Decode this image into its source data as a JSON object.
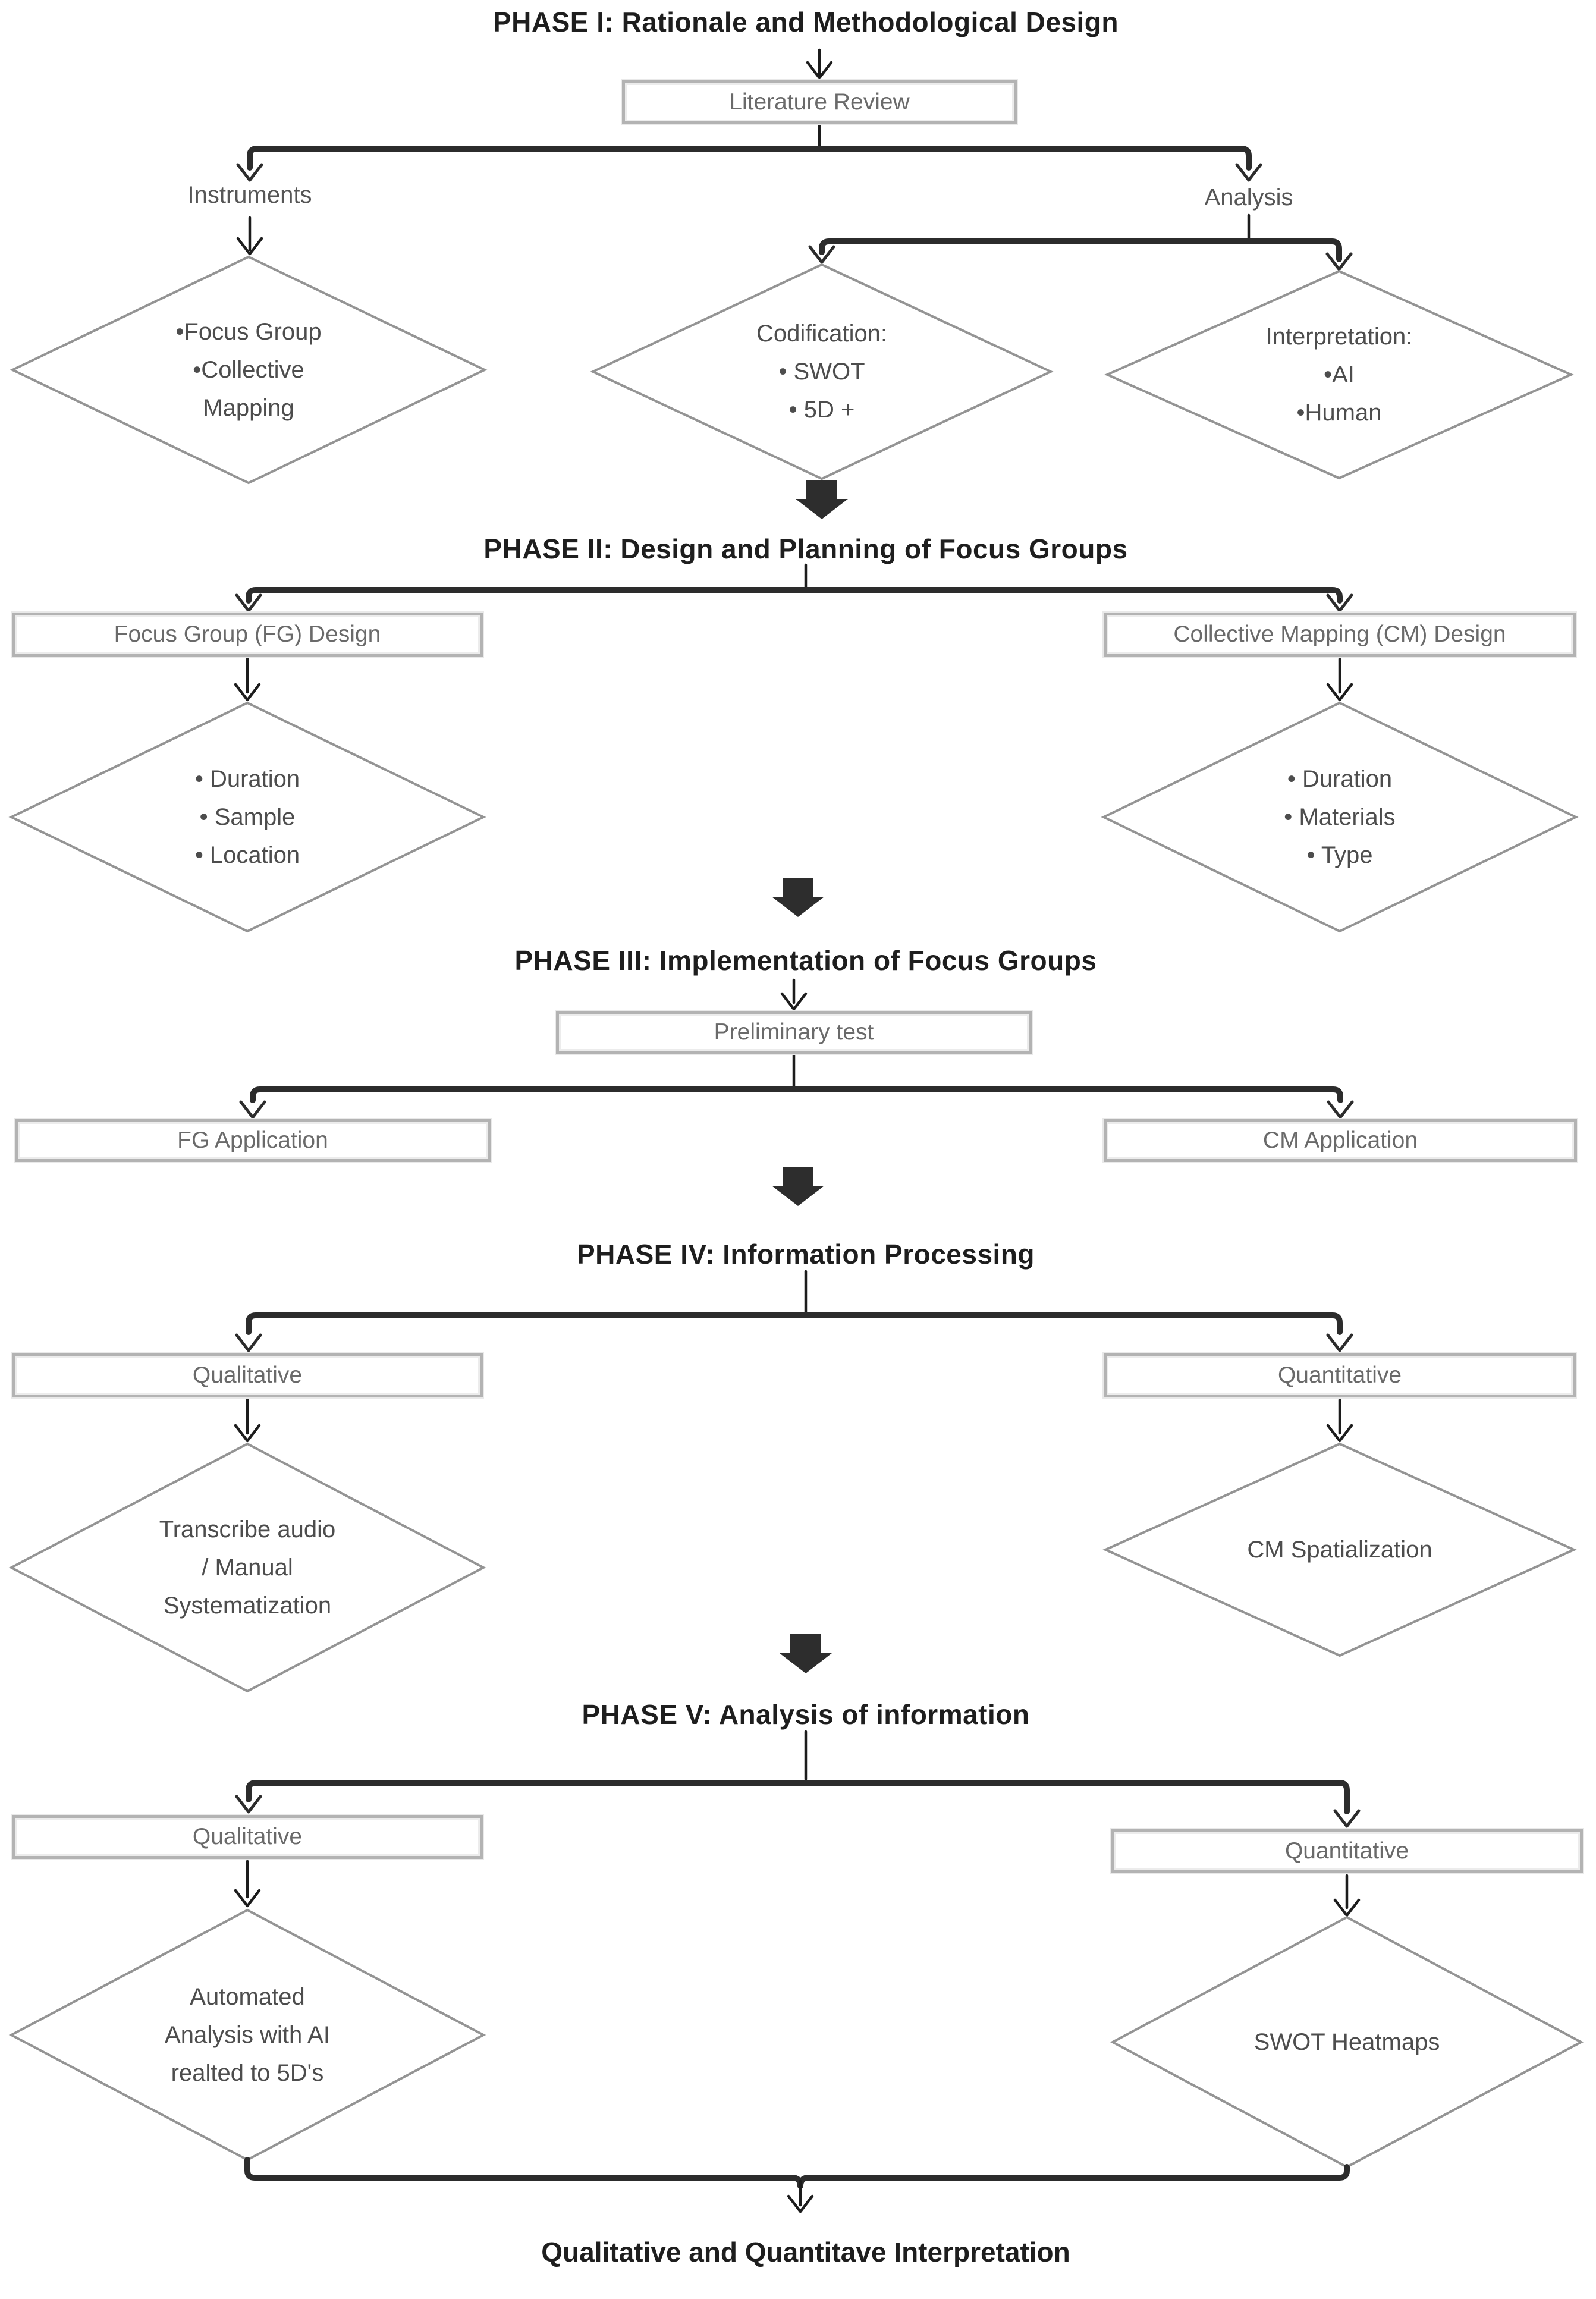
{
  "colors": {
    "background": "#ffffff",
    "title_text": "#1e1e1e",
    "box_border": "#b3b3b3",
    "box_text": "#6a6a6a",
    "diamond_border": "#949494",
    "diamond_text": "#4d4d4d",
    "label_text": "#565656",
    "thin_connector": "#1c1c1c",
    "thick_connector": "#2c2c2c",
    "block_arrow": "#2d2d2d"
  },
  "phase1": {
    "title": "PHASE I: Rationale and Methodological Design",
    "literature_box": "Literature Review",
    "instruments_label": "Instruments",
    "analysis_label": "Analysis",
    "instruments_diamond": [
      "•Focus Group",
      "•Collective",
      "Mapping"
    ],
    "codification_diamond": [
      "Codification:",
      "• SWOT",
      "• 5D +"
    ],
    "interpretation_diamond": [
      "Interpretation:",
      "•AI",
      "•Human"
    ]
  },
  "phase2": {
    "title": "PHASE II: Design and Planning of Focus Groups",
    "fg_design_box": "Focus Group (FG) Design",
    "cm_design_box": "Collective Mapping (CM) Design",
    "fg_diamond": [
      "• Duration",
      "• Sample",
      "• Location"
    ],
    "cm_diamond": [
      "• Duration",
      "• Materials",
      "• Type"
    ]
  },
  "phase3": {
    "title": "PHASE III: Implementation of Focus Groups",
    "preliminary_box": "Preliminary test",
    "fg_application_box": "FG Application",
    "cm_application_box": "CM Application"
  },
  "phase4": {
    "title": "PHASE IV: Information Processing",
    "qualitative_box": "Qualitative",
    "quantitative_box": "Quantitative",
    "qualitative_diamond": [
      "Transcribe audio",
      "/ Manual",
      "Systematization"
    ],
    "quantitative_diamond": [
      "CM Spatialization"
    ]
  },
  "phase5": {
    "title": "PHASE V: Analysis of information",
    "qualitative_box": "Qualitative",
    "quantitative_box": "Quantitative",
    "qualitative_diamond": [
      "Automated",
      "Analysis with AI",
      "realted to 5D's"
    ],
    "quantitative_diamond": [
      "SWOT Heatmaps"
    ]
  },
  "footer": {
    "title": "Qualitative and Quantitave Interpretation"
  }
}
